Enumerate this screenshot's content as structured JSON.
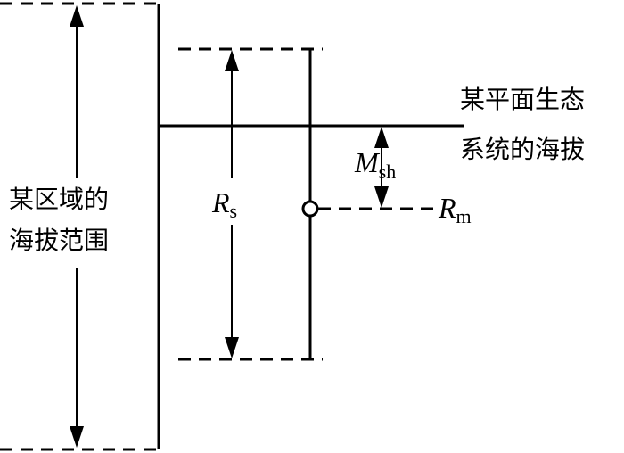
{
  "labels": {
    "region_range": [
      "某区域的",
      "海拔范围"
    ],
    "eco_elevation": [
      "某平面生态",
      "系统的海拔"
    ],
    "rs_main": "R",
    "rs_sub": "s",
    "msh_main": "M",
    "msh_sub": "sh",
    "rm_main": "R",
    "rm_sub": "m"
  }
}
